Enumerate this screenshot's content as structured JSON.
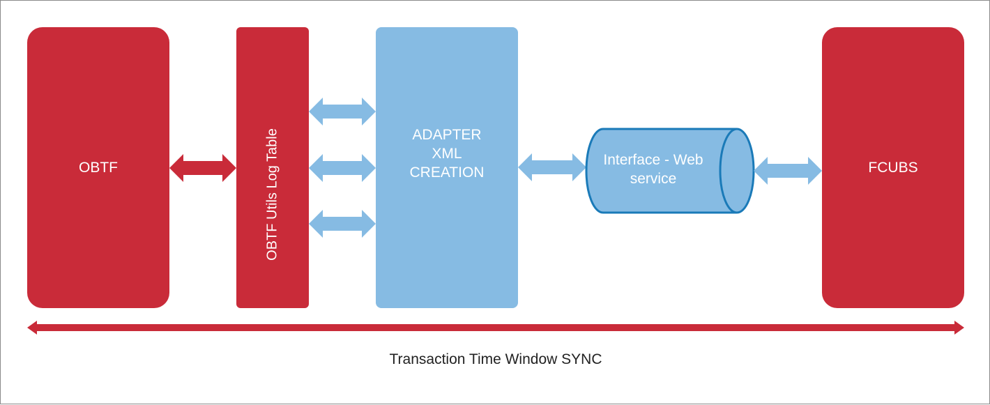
{
  "diagram": {
    "nodes": {
      "obtf": {
        "label": "OBTF"
      },
      "log_table": {
        "label": "OBTF Utils Log Table"
      },
      "adapter": {
        "lines": [
          "ADAPTER",
          "XML",
          "CREATION"
        ]
      },
      "interface": {
        "lines": [
          "Interface - Web",
          "service"
        ]
      },
      "fcubs": {
        "label": "FCUBS"
      }
    },
    "timeline_label": "Transaction Time Window SYNC"
  },
  "colors": {
    "red": "#c92b39",
    "blue": "#86bbe3",
    "blue_border": "#1a7ab8",
    "text": "#ffffff"
  }
}
